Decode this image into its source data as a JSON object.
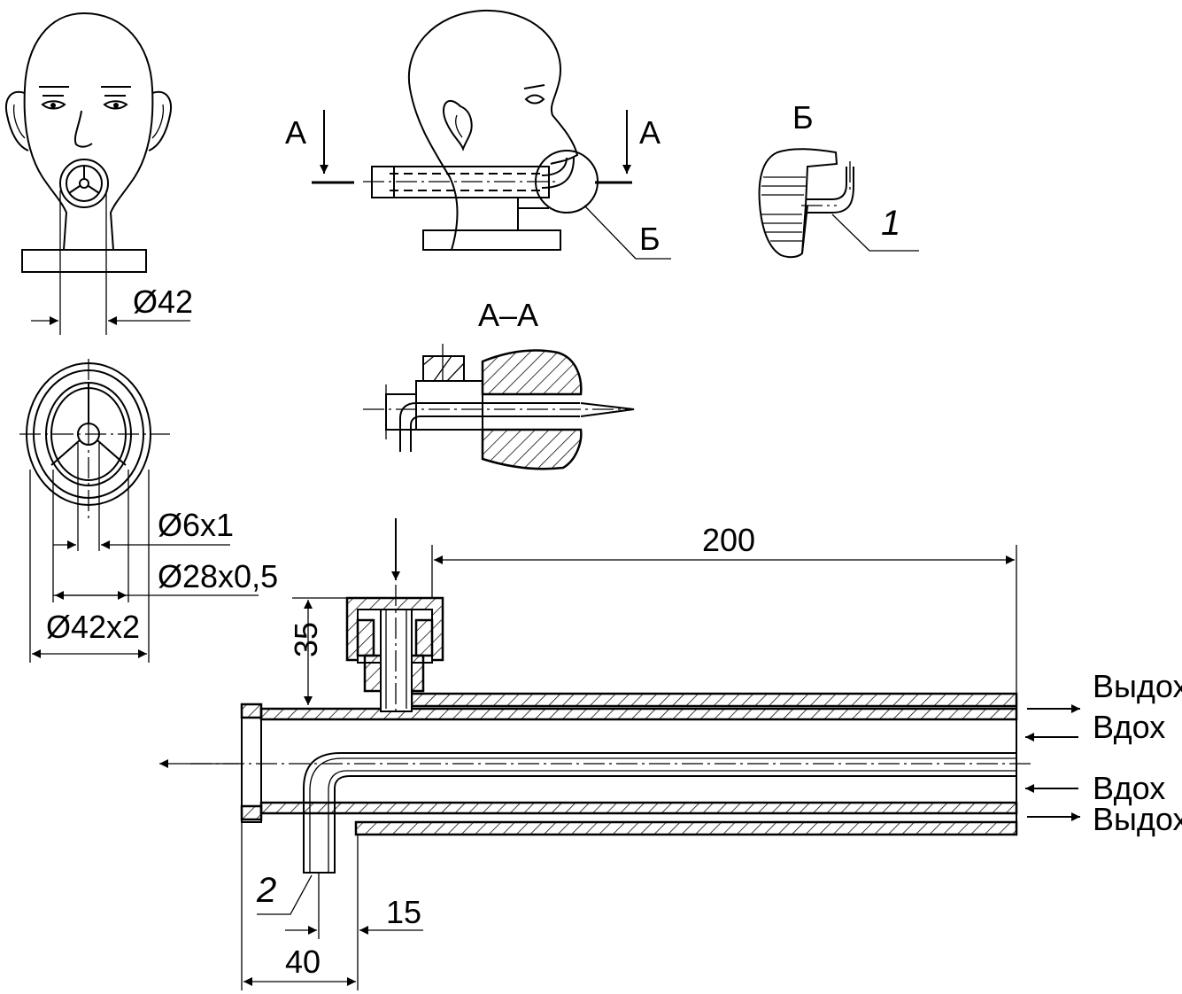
{
  "labels": {
    "section_a_left": "А",
    "section_a_right": "А",
    "callout_b": "Б",
    "detail_b_title": "Б",
    "section_aa_title": "А–А",
    "part_1": "1",
    "part_2": "2"
  },
  "dimensions": {
    "mouth_diameter": "Ø42",
    "inner_tube": "Ø6x1",
    "middle_tube": "Ø28x0,5",
    "outer_tube": "Ø42x2",
    "length_200": "200",
    "height_35": "35",
    "offset_15": "15",
    "offset_40": "40"
  },
  "flows": {
    "top_exhale": "Выдох",
    "top_inhale": "Вдох",
    "bottom_inhale": "Вдох",
    "bottom_exhale": "Выдох"
  }
}
